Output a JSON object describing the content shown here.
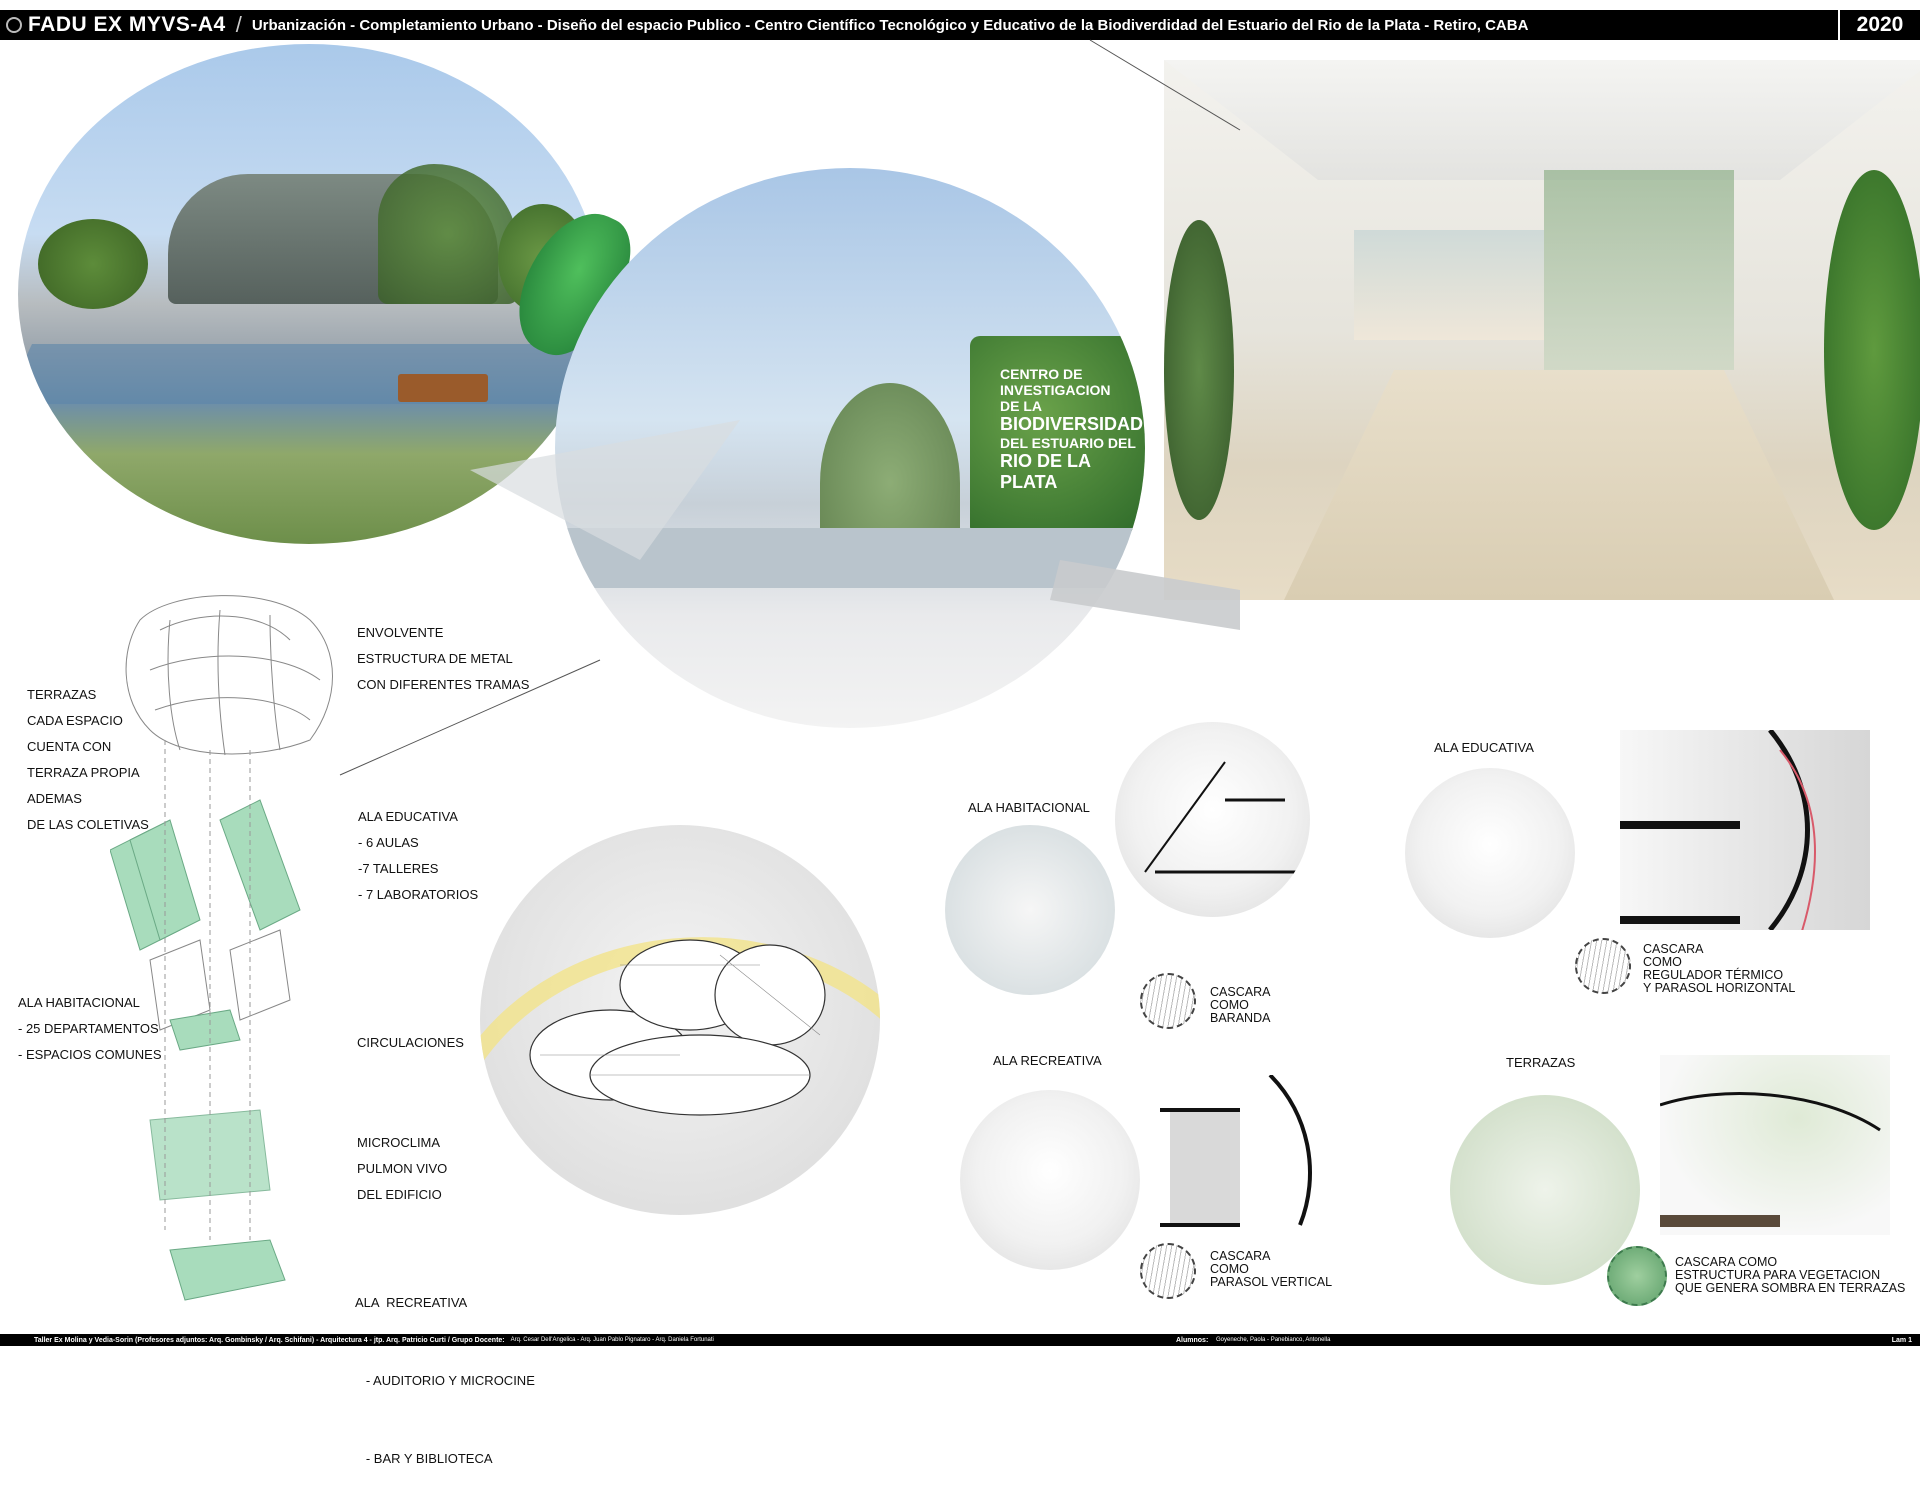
{
  "header": {
    "code": "FADU EX MYVS-A4",
    "description": "Urbanización - Completamiento Urbano - Diseño del espacio Publico - Centro Científico Tecnológico y Educativo de la Biodiverdidad del Estuario del Rio de la Plata   - Retiro, CABA",
    "year": "2020"
  },
  "render_sign": {
    "line1": "CENTRO DE",
    "line2": "INVESTIGACION",
    "line3": "DE LA",
    "line4": "BIODIVERSIDAD",
    "line5": "DEL ESTUARIO DEL",
    "line6": "RIO DE LA PLATA"
  },
  "diagram": {
    "envolvente": [
      "ENVOLVENTE",
      "ESTRUCTURA DE METAL",
      "CON DIFERENTES TRAMAS"
    ],
    "terrazas": [
      "TERRAZAS",
      "CADA ESPACIO",
      "CUENTA CON",
      "TERRAZA PROPIA",
      "ADEMAS",
      "DE LAS COLETIVAS"
    ],
    "ala_educativa": [
      "ALA EDUCATIVA",
      "- 6 AULAS",
      "-7 TALLERES",
      "- 7 LABORATORIOS"
    ],
    "ala_habitacional": [
      "ALA HABITACIONAL",
      "- 25 DEPARTAMENTOS",
      "- ESPACIOS COMUNES"
    ],
    "circulaciones": [
      "CIRCULACIONES"
    ],
    "microclima": [
      "MICROCLIMA",
      "PULMON VIVO",
      "DEL EDIFICIO"
    ],
    "ala_recreativa": [
      "ALA  RECREATIVA",
      "   - AUDITORIO Y MICROCINE",
      "   - BAR Y BIBLIOTECA"
    ]
  },
  "details": {
    "habitacional": {
      "title": "ALA HABITACIONAL",
      "note": [
        "CASCARA",
        "COMO",
        "BARANDA"
      ]
    },
    "educativa": {
      "title": "ALA EDUCATIVA",
      "note": [
        "CASCARA",
        "COMO",
        "REGULADOR TÉRMICO",
        "Y PARASOL HORIZONTAL"
      ]
    },
    "recreativa": {
      "title": "ALA RECREATIVA",
      "note": [
        "CASCARA",
        "COMO",
        "PARASOL VERTICAL"
      ]
    },
    "terrazas": {
      "title": "TERRAZAS",
      "note": [
        "CASCARA  COMO",
        "ESTRUCTURA PARA VEGETACION",
        "QUE GENERA SOMBRA EN TERRAZAS"
      ]
    }
  },
  "footer": {
    "left": "Taller Ex Molina y Vedia-Sorin (Profesores adjuntos:  Arq. Gombinsky / Arq. Schifani) - Arquitectura 4 - jtp. Arq. Patricio Curti / Grupo Docente:",
    "docentes": "Arq. Cesar Dell'Angelica  -  Arq. Juan Pablo Pignataro  -  Arq. Daniela Fortunati",
    "alumnos_label": "Alumnos:",
    "alumnos": "Goyeneche, Paola  -  Panebianco, Antonella",
    "lam": "Lam 1"
  }
}
